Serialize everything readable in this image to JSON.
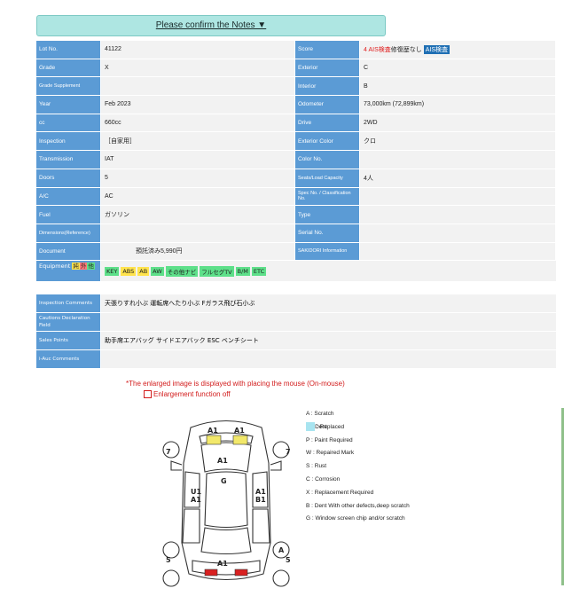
{
  "notes_button": "Please confirm the Notes ▼",
  "spec_rows": [
    {
      "l1": "Lot No.",
      "v1": "41122",
      "l2": "Score",
      "v2_red": "4 AIS検査",
      "v2_rest": " 修復歴なし",
      "v2_tag": "AIS検査"
    },
    {
      "l1": "Grade",
      "v1": "X",
      "l2": "Exterior",
      "v2": "C"
    },
    {
      "l1": "Grade Supplement",
      "v1": "",
      "l2": "Interior",
      "v2": "B"
    },
    {
      "l1": "Year",
      "v1": "Feb 2023",
      "l2": "Odometer",
      "v2": "73,000km (72,899km)"
    },
    {
      "l1": "cc",
      "v1": "660cc",
      "l2": "Drive",
      "v2": "2WD"
    },
    {
      "l1": "Inspection",
      "v1": "［自家用］",
      "l2": "Exterior Color",
      "v2": "クロ"
    },
    {
      "l1": "Transmission",
      "v1": "IAT",
      "l2": "Color No.",
      "v2": ""
    },
    {
      "l1": "Doors",
      "v1": "5",
      "l2": "Seats/Load Capacity",
      "v2": "4人"
    },
    {
      "l1": "A/C",
      "v1": "AC",
      "l2": "Spec No. / Classification No.",
      "v2": ""
    },
    {
      "l1": "Fuel",
      "v1": "ガソリン",
      "l2": "Type",
      "v2": ""
    },
    {
      "l1": "Dimensions(Reference)",
      "v1": "",
      "l2": "Serial No.",
      "v2": ""
    },
    {
      "l1": "Document",
      "v1": "　　　　　預託済み5,990円",
      "l2": "SAKIDORI Information",
      "v2": ""
    }
  ],
  "equipment": {
    "label": "Equipment",
    "label_tags": [
      {
        "t": "純",
        "c": "y"
      },
      {
        "t": "外",
        "c": "r"
      },
      {
        "t": "他",
        "c": "g"
      }
    ],
    "items": [
      {
        "t": "KEY",
        "c": "g"
      },
      {
        "t": "ABS",
        "c": "y"
      },
      {
        "t": "AB",
        "c": "y"
      },
      {
        "t": "AW",
        "c": "g"
      },
      {
        "t": "その他ナビ",
        "c": "g"
      },
      {
        "t": "フルセグTV",
        "c": "g"
      },
      {
        "t": "B/M",
        "c": "g"
      },
      {
        "t": "ETC",
        "c": "g"
      }
    ]
  },
  "comments": [
    {
      "l": "Inspection Comments",
      "v": "天張りすれ小ぶ 運転席へたり小ぶ Fガラス飛び石小ぶ"
    },
    {
      "l": "Cautions Declaration Field",
      "v": ""
    },
    {
      "l": "Sales Points",
      "v": "助手席エアバッグ サイドエアバック ESC ベンチシート"
    },
    {
      "l": "i-Auc Comments",
      "v": ""
    }
  ],
  "enlarge_note": "*The enlarged image is displayed with placing the mouse (On-mouse)",
  "enlarge_off": "Enlargement function off",
  "legend": [
    "A : Scratch",
    "U : Dent",
    "P : Paint Required",
    "W : Repaired Mark",
    "S : Rust",
    "C : Corrosion",
    "X : Replacement Required",
    "B : Dent With other defects,deep scratch",
    "G : Window screen chip and/or scratch"
  ],
  "legend_replaced": ": Replaced",
  "diagram_marks": {
    "a1": "A1",
    "g": "G",
    "u1": "U1",
    "b1": "B1",
    "seven": "7",
    "five": "5",
    "a": "A"
  },
  "colors": {
    "label_bg": "#5b9bd5",
    "value_bg": "#f2f2f2",
    "yellow": "#ffe34d",
    "red": "#e03030",
    "replaced": "#a8e4f0"
  }
}
